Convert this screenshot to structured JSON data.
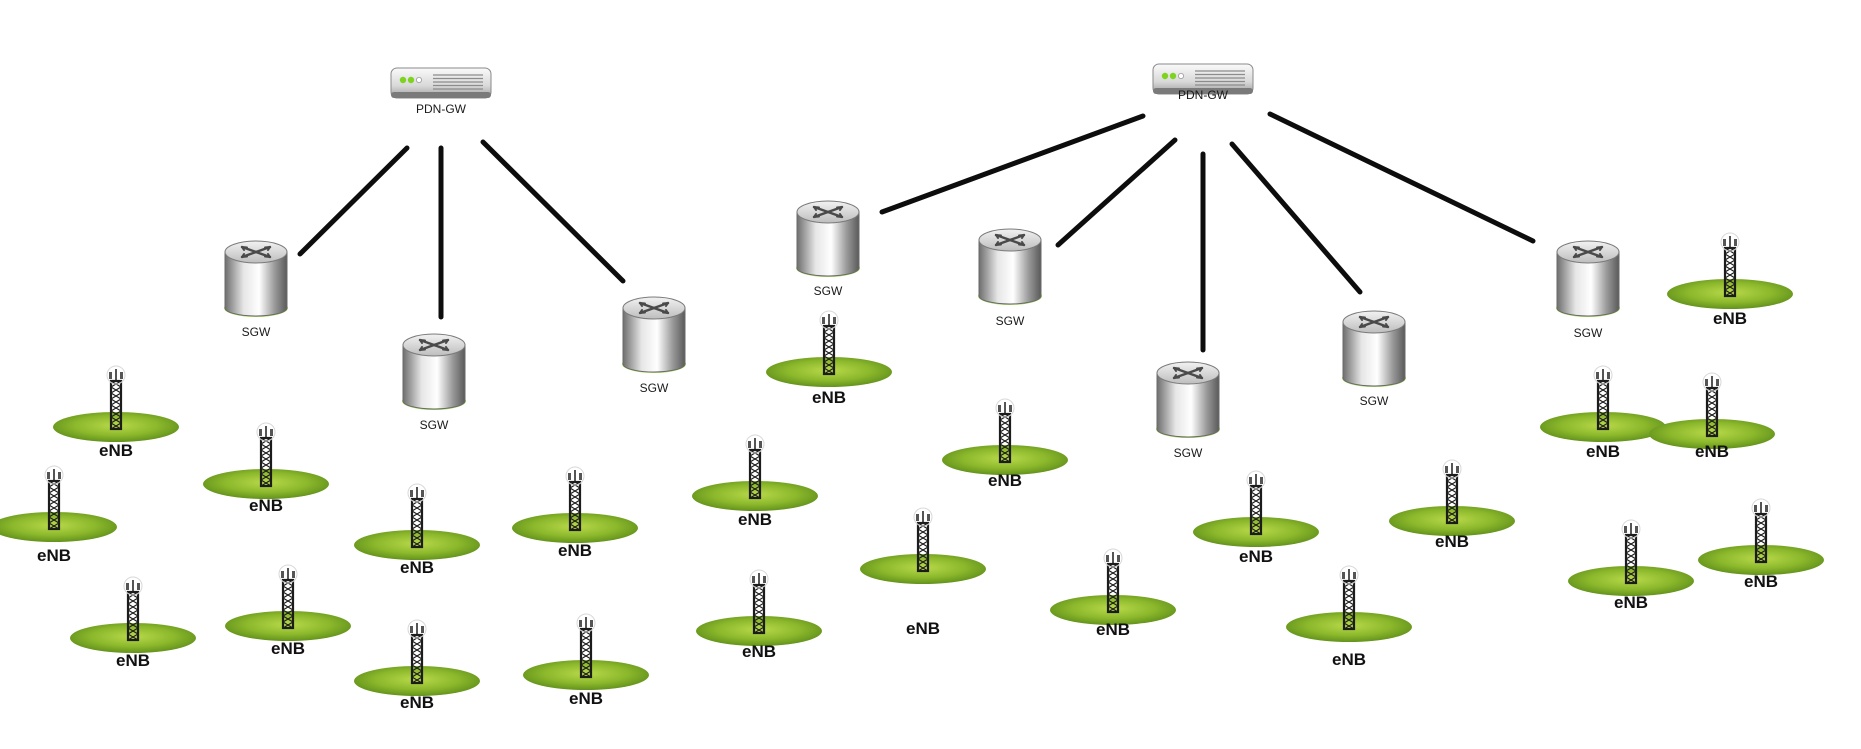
{
  "labels": {
    "pdn_gw": "PDN-GW",
    "sgw": "SGW",
    "enb": "eNB"
  },
  "colors": {
    "link": "#0d0d0d",
    "grass_light": "#a8cf3a",
    "grass_dark": "#5f8f1a",
    "tower": "#1c1c1c",
    "router_led": "#7ed321",
    "cylinder_glow": "#9be33b"
  },
  "icons": {
    "pdn_gw": "server-appliance-icon",
    "sgw": "router-cylinder-icon",
    "enb": "cell-tower-icon"
  },
  "gateways": [
    {
      "label": "PDN-GW"
    },
    {
      "label": "PDN-GW"
    }
  ],
  "sgws": [
    {
      "label": "SGW"
    },
    {
      "label": "SGW"
    },
    {
      "label": "SGW"
    },
    {
      "label": "SGW"
    },
    {
      "label": "SGW"
    },
    {
      "label": "SGW"
    },
    {
      "label": "SGW"
    },
    {
      "label": "SGW"
    }
  ],
  "enbs_count_label": "eNB"
}
